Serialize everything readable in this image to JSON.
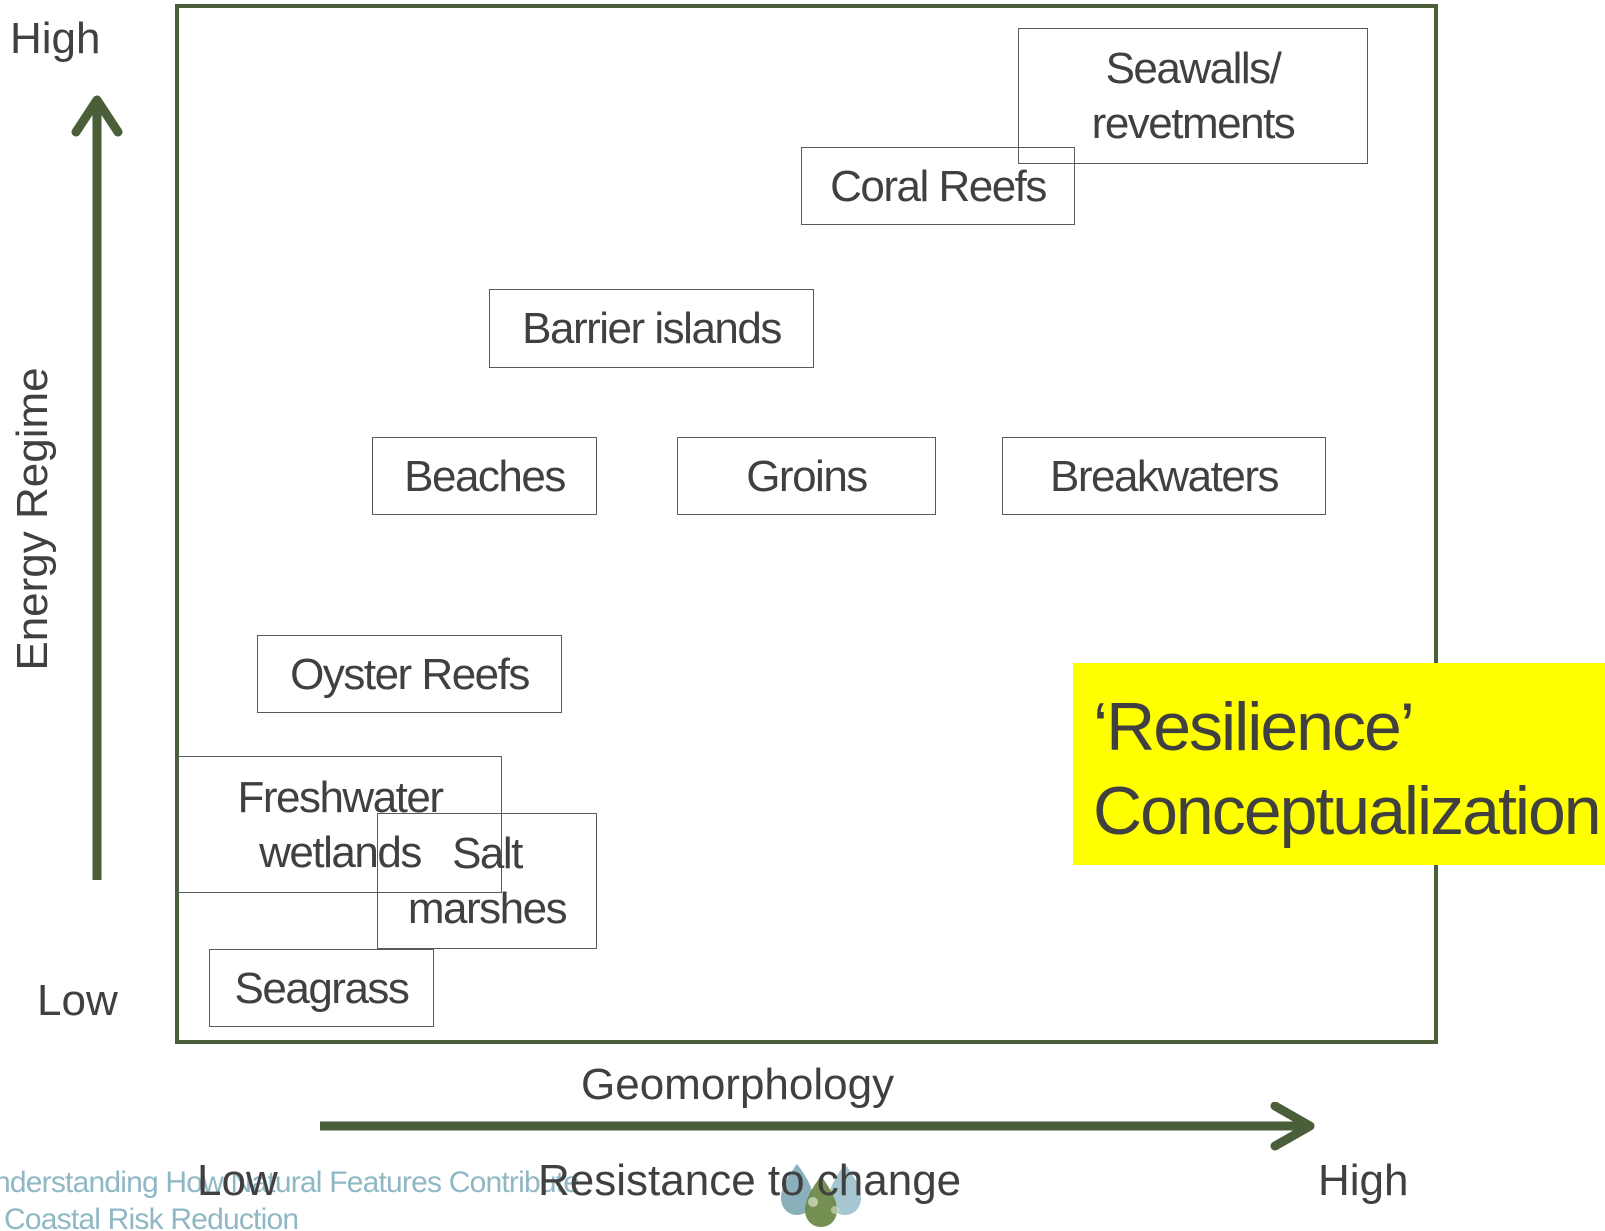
{
  "y_axis": {
    "title": "Energy Regime",
    "high_label": "High",
    "low_label": "Low"
  },
  "x_axis": {
    "title": "Geomorphology",
    "subtitle": "Resistance to change",
    "low_label": "Low",
    "high_label": "High"
  },
  "items": {
    "seawalls": "Seawalls/\nrevetments",
    "coral_reefs": "Coral Reefs",
    "barrier_islands": "Barrier islands",
    "beaches": "Beaches",
    "groins": "Groins",
    "breakwaters": "Breakwaters",
    "oyster_reefs": "Oyster Reefs",
    "freshwater_wetlands": "Freshwater\nwetlands",
    "salt_marshes": "Salt\nmarshes",
    "seagrass": "Seagrass"
  },
  "callout": {
    "line1": "‘Resilience’",
    "line2": "Conceptualization"
  },
  "footer": {
    "line1": "nderstanding How Natural Features Contribute",
    "line2": "Coastal Risk Reduction"
  },
  "colors": {
    "axis_arrow": "#4a5e3a",
    "callout_background": "#ffff00",
    "footer_text": "#8fb8c4"
  }
}
